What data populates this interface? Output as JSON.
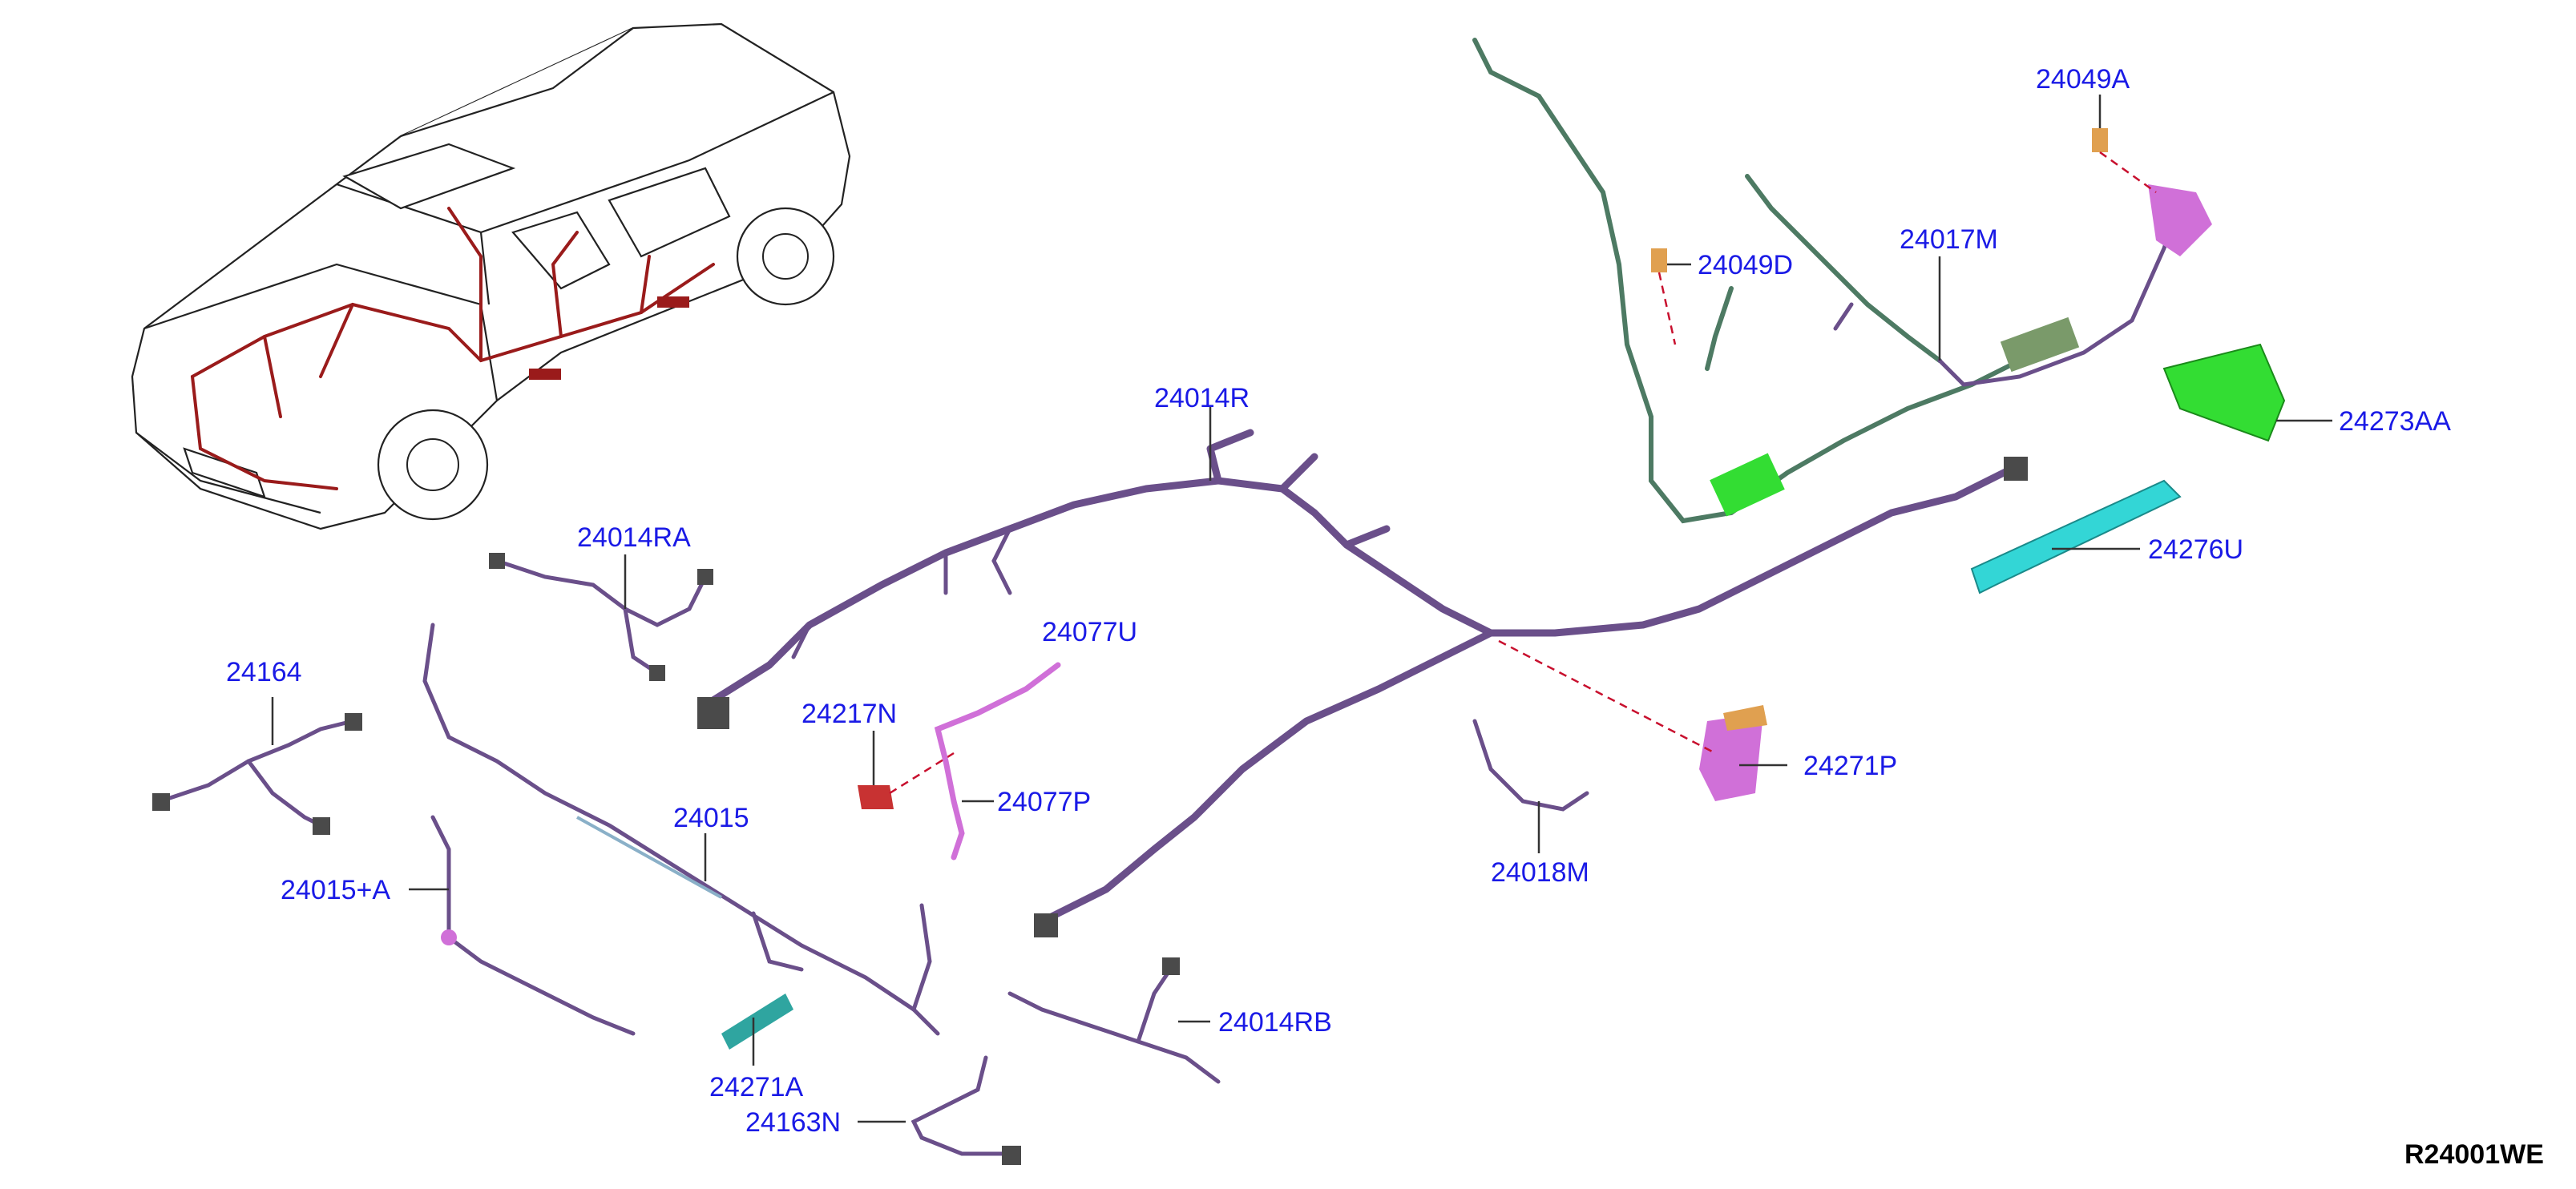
{
  "diagram_code": "R24001WE",
  "labels": {
    "p24049A": "24049A",
    "p24017M": "24017M",
    "p24049D": "24049D",
    "p24014R": "24014R",
    "p24273AA": "24273AA",
    "p24276U": "24276U",
    "p24014RA": "24014RA",
    "p24077U": "24077U",
    "p24164": "24164",
    "p24217N": "24217N",
    "p24271P": "24271P",
    "p24077P": "24077P",
    "p24015": "24015",
    "p24018M": "24018M",
    "p24015A": "24015+A",
    "p24014RB": "24014RB",
    "p24271A": "24271A",
    "p24163N": "24163N"
  },
  "colors": {
    "label_text": "#1a1ae6",
    "harness_main": "#6a4f8a",
    "harness_green": "#4d7a63",
    "module_green": "#33dd33",
    "bracket_cyan": "#33d6d6",
    "bracket_pink": "#d070d8",
    "bracket_orange": "#e0a050",
    "truck_wiring": "#9a1b1b",
    "leader_dash": "#c8102e"
  }
}
